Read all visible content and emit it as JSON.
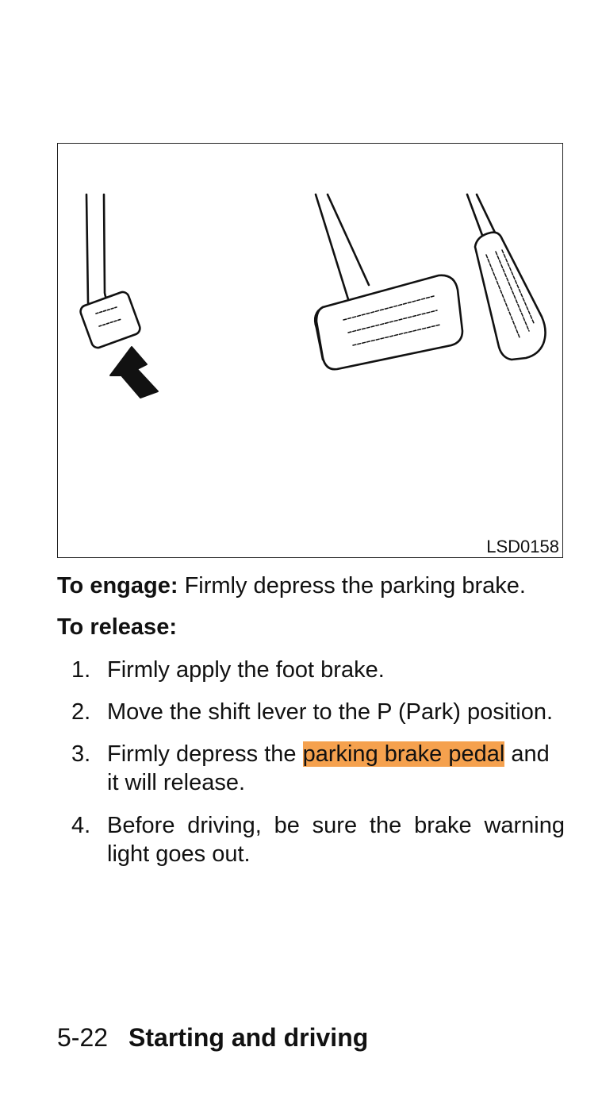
{
  "figure": {
    "code": "LSD0158",
    "icons": [
      "parking-brake-pedal-icon",
      "push-arrow-icon",
      "brake-pedal-icon",
      "accelerator-pedal-icon"
    ]
  },
  "engage": {
    "label": "To engage:",
    "text": " Firmly depress the parking brake."
  },
  "release": {
    "label": "To release:"
  },
  "steps": [
    {
      "num": "1.",
      "text": "Firmly apply the foot brake."
    },
    {
      "num": "2.",
      "text": "Move the shift lever to the P (Park) position."
    },
    {
      "num": "3.",
      "before": "Firmly depress the ",
      "highlight": "parking brake pedal",
      "after": " and it will release."
    },
    {
      "num": "4.",
      "text": "Before driving, be sure the brake warning light goes out."
    }
  ],
  "footer": {
    "page": "5-22",
    "section": "Starting and driving"
  },
  "colors": {
    "highlight": "#f5a14e",
    "text": "#111111"
  }
}
